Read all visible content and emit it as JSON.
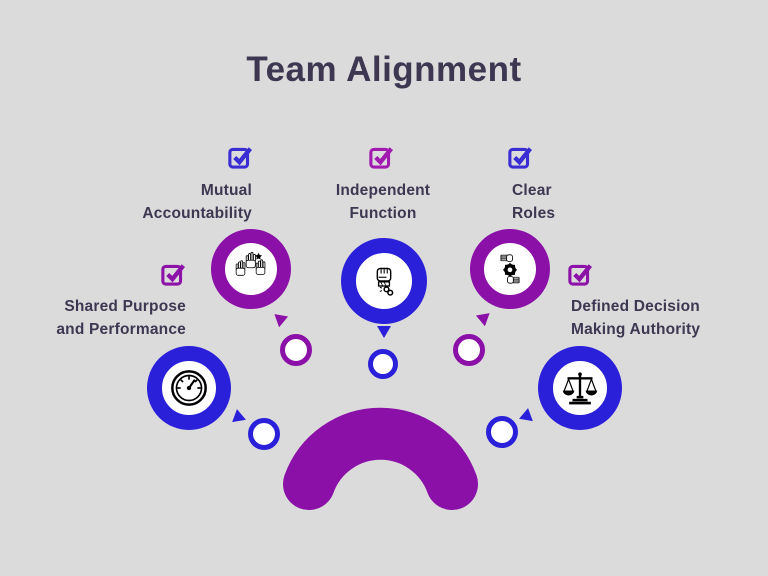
{
  "title": "Team Alignment",
  "colors": {
    "background": "#dcdbdc",
    "text": "#3e3751",
    "blue": "#2b20d9",
    "purple": "#8b10a7"
  },
  "items": [
    {
      "id": "shared-purpose",
      "label_lines": [
        "Shared Purpose",
        "and Performance"
      ],
      "check_color": "#8d12a8",
      "icon": "gauge-icon",
      "ring_color": "blue"
    },
    {
      "id": "mutual-accountability",
      "label_lines": [
        "Mutual",
        "Accountability"
      ],
      "check_color": "#3a2ed3",
      "icon": "raised-hands-star-icon",
      "ring_color": "purple"
    },
    {
      "id": "independent-function",
      "label_lines": [
        "Independent",
        "Function"
      ],
      "check_color": "#a21bb0",
      "icon": "fist-breaking-chain-icon",
      "ring_color": "blue"
    },
    {
      "id": "clear-roles",
      "label_lines": [
        "Clear",
        "Roles"
      ],
      "check_color": "#3a2ed3",
      "icon": "hands-holding-gear-icon",
      "ring_color": "purple"
    },
    {
      "id": "defined-decision-making-authority",
      "label_lines": [
        "Defined Decision",
        "Making Authority"
      ],
      "check_color": "#8d12a8",
      "icon": "balance-scales-icon",
      "ring_color": "blue"
    }
  ]
}
